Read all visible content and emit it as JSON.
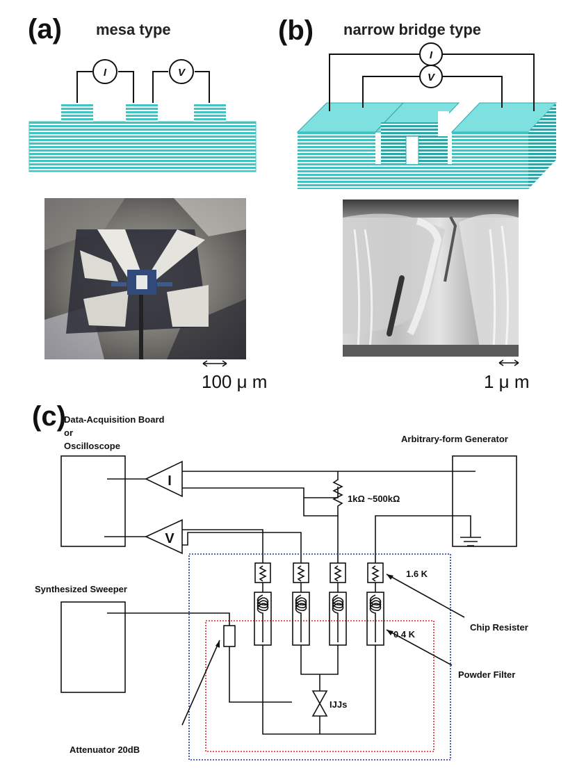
{
  "panel_a": {
    "letter": "(a)",
    "title": "mesa type",
    "current_meter": "I",
    "voltage_meter": "V",
    "scale": "100 μ m"
  },
  "panel_b": {
    "letter": "(b)",
    "title": "narrow bridge type",
    "current_meter": "I",
    "voltage_meter": "V",
    "scale": "1 μ m"
  },
  "panel_c": {
    "letter": "(c)",
    "daq_label": [
      "Data-Acquisition Board",
      "or",
      "Oscilloscope"
    ],
    "generator_label": "Arbitrary-form Generator",
    "sweeper_label": "Synthesized Sweeper",
    "amp_i": "I",
    "amp_v": "V",
    "resistor_label": "1kΩ ~500kΩ",
    "temp_outer": "1.6 K",
    "temp_inner": "0.4 K",
    "chip_resister": "Chip Resister",
    "powder_filter": "Powder Filter",
    "ijjs": "IJJs",
    "attenuator": "Attenuator 20dB"
  },
  "colors": {
    "crystal": "#3fc4c4",
    "crystal_side": "#2aa8a8",
    "outer_box": "#2233aa",
    "inner_box": "#dd2222"
  }
}
